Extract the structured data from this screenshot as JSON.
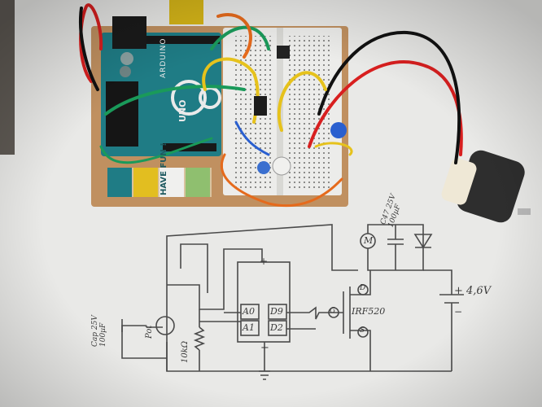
{
  "photo": {
    "colors": {
      "paper": "#e9e9e7",
      "table": "#6f6a63",
      "cork": "#c09060",
      "arduino": "#1f7c85",
      "breadboard": "#ececea",
      "wire_red": "#d81f1f",
      "wire_green": "#1a9a5a",
      "wire_yellow": "#e6c21c",
      "wire_orange": "#e56a1c",
      "wire_blue": "#2a5fcf",
      "pencil": "#4a4a4a"
    },
    "board": {
      "brand": "ARDUINO",
      "model": "UNO",
      "sticker": "HAVE FUN !"
    }
  },
  "schematic": {
    "mcu_pins": {
      "a0": "A0",
      "a1": "A1",
      "d9": "D9",
      "d2": "D2",
      "plus": "+",
      "minus": "−"
    },
    "mosfet_label": "IRF520",
    "mosfet_pins": {
      "g": "G",
      "d": "D",
      "s": "S"
    },
    "gate_node": "G",
    "motor_symbol": "M",
    "cap_label": "C47 25V 100µF",
    "battery_label": "+ 4,6V",
    "battery_minus": "−",
    "resistor_label": "10kΩ",
    "pot_label": "Pot",
    "pot_cap_label": "Cap 25V 100µF",
    "battery_plus_mark": "+"
  }
}
